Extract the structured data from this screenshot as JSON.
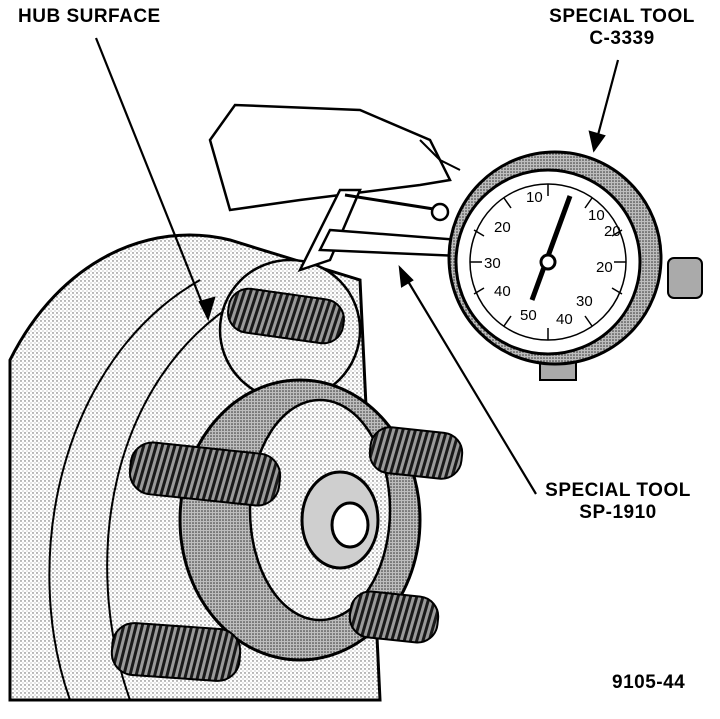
{
  "labels": {
    "hub_surface": "HUB SURFACE",
    "tool_c3339_line1": "SPECIAL TOOL",
    "tool_c3339_line2": "C-3339",
    "tool_sp1910_line1": "SPECIAL TOOL",
    "tool_sp1910_line2": "SP-1910",
    "figure_number": "9105-44"
  },
  "dial": {
    "ticks_top": [
      "10",
      "10"
    ],
    "ticks_left": [
      "20",
      "30",
      "40"
    ],
    "ticks_right": [
      "20",
      "20",
      "30"
    ],
    "ticks_bottom": [
      "50",
      "40"
    ]
  }
}
